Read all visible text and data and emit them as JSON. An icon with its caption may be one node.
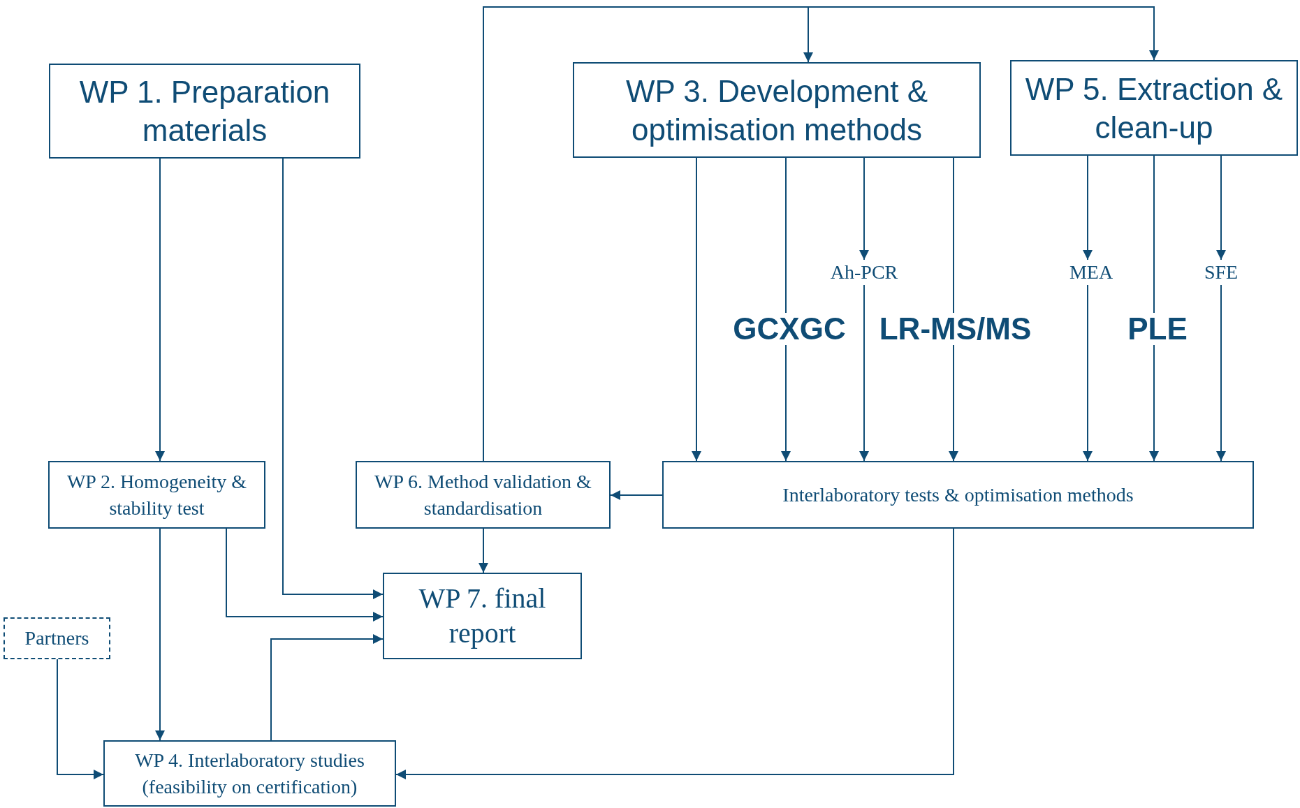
{
  "diagram": {
    "nodes": [
      {
        "text": [
          "WP 1. Preparation materials"
        ]
      },
      {
        "text": [
          "WP 3. Development & optimisation methods"
        ]
      },
      {
        "text": [
          "WP 5. Extraction & clean-up"
        ]
      },
      {
        "text": [
          "Ah-PCR"
        ]
      },
      {
        "text": [
          "MEA"
        ]
      },
      {
        "text": [
          "SFE"
        ]
      },
      {
        "text": [
          "GCXGC"
        ]
      },
      {
        "text": [
          "LR-MS/MS"
        ]
      },
      {
        "text": [
          "PLE"
        ]
      },
      {
        "text": [
          "WP 2. Homogeneity & stability test"
        ]
      },
      {
        "text": [
          "WP 6. Method validation & standardisation"
        ]
      },
      {
        "text": [
          "Interlaboratory tests & optimisation methods"
        ]
      },
      {
        "text": [
          "WP 7. final report"
        ]
      },
      {
        "text": [
          "Partners"
        ]
      },
      {
        "text": [
          "WP 4. Interlaboratory studies (feasibility on certification)"
        ]
      }
    ],
    "edges": [
      {
        "from": 10,
        "to": 1,
        "arrow": "to"
      },
      {
        "from": 10,
        "to": 2,
        "arrow": "to"
      },
      {
        "from": 0,
        "to": 9,
        "arrow": "to"
      },
      {
        "from": 0,
        "to": 12,
        "arrow": "to"
      },
      {
        "from": 1,
        "to": 11,
        "arrow": "to"
      },
      {
        "from": 1,
        "to": 6,
        "arrow": "none"
      },
      {
        "from": 6,
        "to": 11,
        "arrow": "to"
      },
      {
        "from": 1,
        "to": 3,
        "arrow": "to"
      },
      {
        "from": 3,
        "to": 11,
        "arrow": "to"
      },
      {
        "from": 1,
        "to": 7,
        "arrow": "none"
      },
      {
        "from": 7,
        "to": 11,
        "arrow": "to"
      },
      {
        "from": 2,
        "to": 4,
        "arrow": "to"
      },
      {
        "from": 4,
        "to": 11,
        "arrow": "to"
      },
      {
        "from": 2,
        "to": 8,
        "arrow": "none"
      },
      {
        "from": 8,
        "to": 11,
        "arrow": "to"
      },
      {
        "from": 2,
        "to": 5,
        "arrow": "to"
      },
      {
        "from": 5,
        "to": 11,
        "arrow": "to"
      },
      {
        "from": 11,
        "to": 10,
        "arrow": "to"
      },
      {
        "from": 10,
        "to": 12,
        "arrow": "to"
      },
      {
        "from": 9,
        "to": 12,
        "arrow": "to"
      },
      {
        "from": 9,
        "to": 14,
        "arrow": "to"
      },
      {
        "from": 13,
        "to": 14,
        "arrow": "to"
      },
      {
        "from": 14,
        "to": 12,
        "arrow": "to"
      },
      {
        "from": 11,
        "to": 14,
        "arrow": "to"
      }
    ]
  }
}
